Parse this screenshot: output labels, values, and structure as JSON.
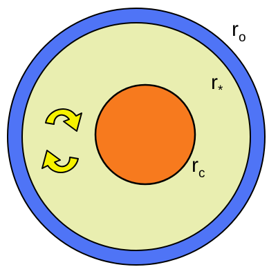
{
  "colors": {
    "outer_shell": "#4F74F6",
    "envelope": "#E9EEB0",
    "core": "#F77A1E",
    "arrows": "#F6F200",
    "outline": "#000000",
    "background": "#FFFFFF"
  },
  "labels": {
    "outer_radius": {
      "main": "r",
      "sub": "o"
    },
    "surface_radius": {
      "main": "r",
      "sub": "*"
    },
    "core_radius": {
      "main": "r",
      "sub": "c"
    }
  },
  "icons": {
    "upper_arrow": "clockwise-curved-arrow-icon",
    "lower_arrow": "counterclockwise-curved-arrow-icon"
  }
}
